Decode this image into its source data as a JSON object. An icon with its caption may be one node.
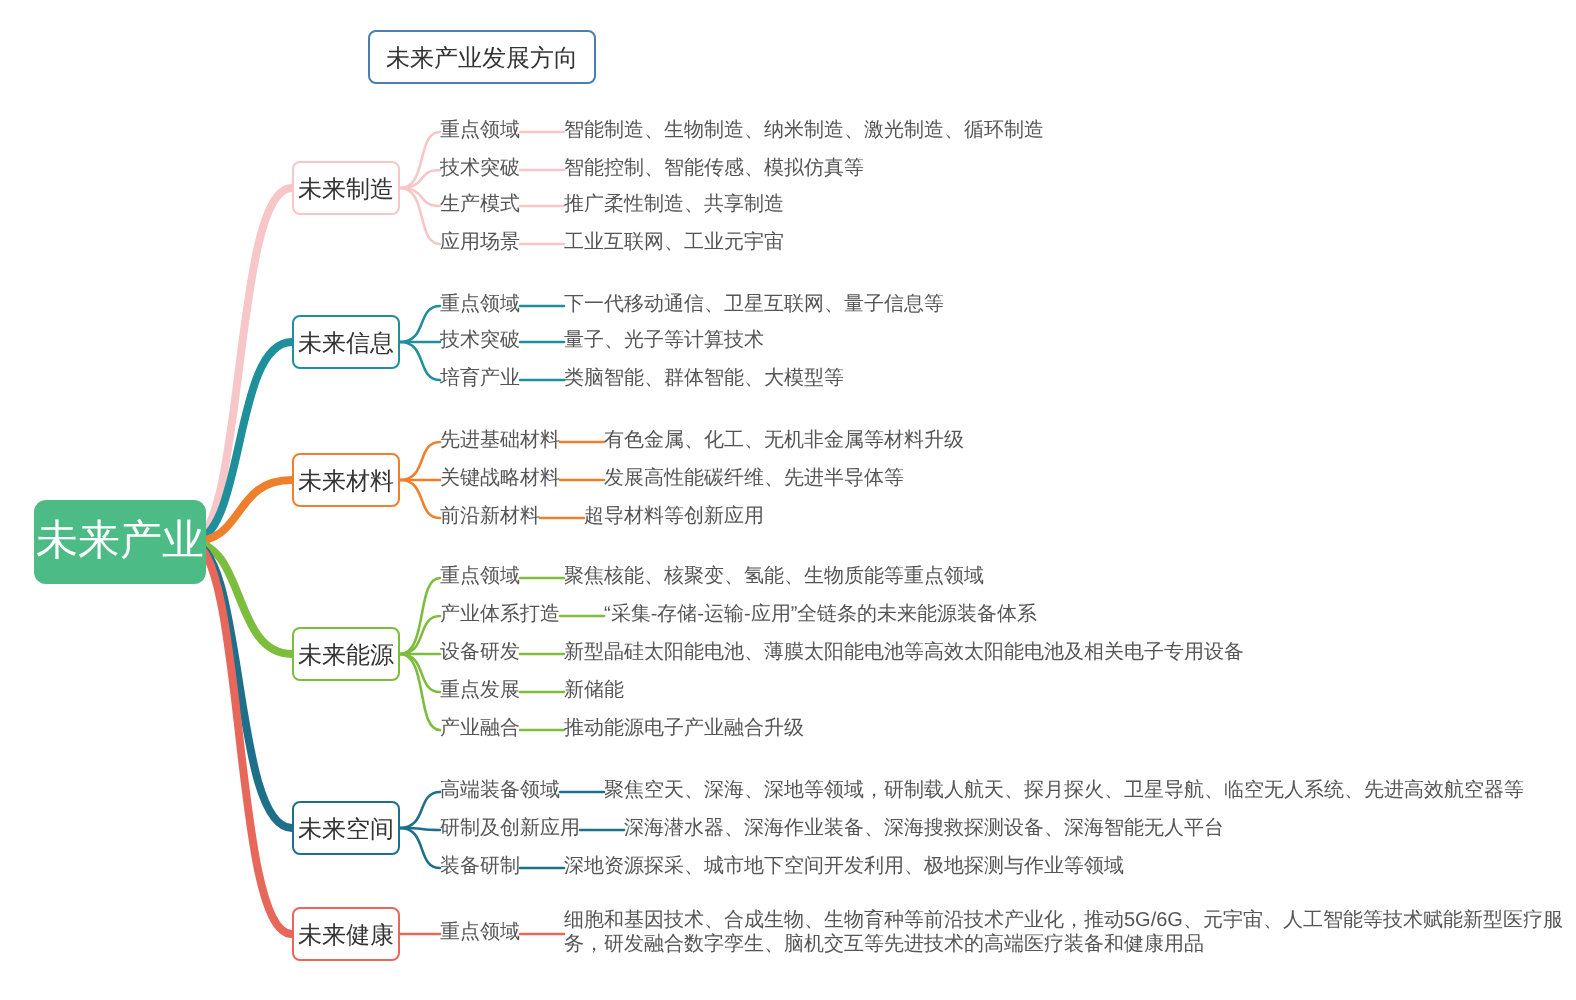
{
  "diagram": {
    "title": "未来产业发展方向",
    "nodes": [
      {
        "text": [
          "未来产业"
        ]
      },
      {
        "text": [
          "未来制造"
        ]
      },
      {
        "text": [
          "重点领域"
        ]
      },
      {
        "text": [
          "智能制造、生物制造、纳米制造、激光制造、循环制造"
        ]
      },
      {
        "text": [
          "技术突破"
        ]
      },
      {
        "text": [
          "智能控制、智能传感、模拟仿真等"
        ]
      },
      {
        "text": [
          "生产模式"
        ]
      },
      {
        "text": [
          "推广柔性制造、共享制造"
        ]
      },
      {
        "text": [
          "应用场景"
        ]
      },
      {
        "text": [
          "工业互联网、工业元宇宙"
        ]
      },
      {
        "text": [
          "未来信息"
        ]
      },
      {
        "text": [
          "重点领域"
        ]
      },
      {
        "text": [
          "下一代移动通信、卫星互联网、量子信息等"
        ]
      },
      {
        "text": [
          "技术突破"
        ]
      },
      {
        "text": [
          "量子、光子等计算技术"
        ]
      },
      {
        "text": [
          "培育产业"
        ]
      },
      {
        "text": [
          "类脑智能、群体智能、大模型等"
        ]
      },
      {
        "text": [
          "未来材料"
        ]
      },
      {
        "text": [
          "先进基础材料"
        ]
      },
      {
        "text": [
          "有色金属、化工、无机非金属等材料升级"
        ]
      },
      {
        "text": [
          "关键战略材料"
        ]
      },
      {
        "text": [
          "发展高性能碳纤维、先进半导体等"
        ]
      },
      {
        "text": [
          "前沿新材料"
        ]
      },
      {
        "text": [
          "超导材料等创新应用"
        ]
      },
      {
        "text": [
          "未来能源"
        ]
      },
      {
        "text": [
          "重点领域"
        ]
      },
      {
        "text": [
          "聚焦核能、核聚变、氢能、生物质能等重点领域"
        ]
      },
      {
        "text": [
          "产业体系打造"
        ]
      },
      {
        "text": [
          "“采集-存储-运输-应用”全链条的未来能源装备体系"
        ]
      },
      {
        "text": [
          "设备研发"
        ]
      },
      {
        "text": [
          "新型晶硅太阳能电池、薄膜太阳能电池等高效太阳能电池及相关电子专用设备"
        ]
      },
      {
        "text": [
          "重点发展"
        ]
      },
      {
        "text": [
          "新储能"
        ]
      },
      {
        "text": [
          "产业融合"
        ]
      },
      {
        "text": [
          "推动能源电子产业融合升级"
        ]
      },
      {
        "text": [
          "未来空间"
        ]
      },
      {
        "text": [
          "高端装备领域"
        ]
      },
      {
        "text": [
          "聚焦空天、深海、深地等领域，研制载人航天、探月探火、卫星导航、临空无人系统、先进高效航空器等"
        ]
      },
      {
        "text": [
          "研制及创新应用"
        ]
      },
      {
        "text": [
          "深海潜水器、深海作业装备、深海搜救探测设备、深海智能无人平台"
        ]
      },
      {
        "text": [
          "装备研制"
        ]
      },
      {
        "text": [
          "深地资源探采、城市地下空间开发利用、极地探测与作业等领域"
        ]
      },
      {
        "text": [
          "未来健康"
        ]
      },
      {
        "text": [
          "重点领域"
        ]
      },
      {
        "text": [
          "细胞和基因技术、合成生物、生物育种等前沿技术产业化，推动5G/6G、元宇宙、人工智能等技术赋能新型医疗服务，研发融合数字孪生、脑机交互等先进技术的高端医疗装备和健康用品"
        ]
      }
    ],
    "edges": [
      {
        "from": 0,
        "to": 1,
        "arrow": "none",
        "style": "thick",
        "color": "#f7c6c9"
      },
      {
        "from": 1,
        "to": 2,
        "arrow": "none",
        "color": "#f7c6c9"
      },
      {
        "from": 2,
        "to": 3,
        "arrow": "none",
        "color": "#f7c6c9"
      },
      {
        "from": 1,
        "to": 4,
        "arrow": "none",
        "color": "#f7c6c9"
      },
      {
        "from": 4,
        "to": 5,
        "arrow": "none",
        "color": "#f7c6c9"
      },
      {
        "from": 1,
        "to": 6,
        "arrow": "none",
        "color": "#f7c6c9"
      },
      {
        "from": 6,
        "to": 7,
        "arrow": "none",
        "color": "#f7c6c9"
      },
      {
        "from": 1,
        "to": 8,
        "arrow": "none",
        "color": "#f7c6c9"
      },
      {
        "from": 8,
        "to": 9,
        "arrow": "none",
        "color": "#f7c6c9"
      },
      {
        "from": 0,
        "to": 10,
        "arrow": "none",
        "style": "thick",
        "color": "#1f8f9c"
      },
      {
        "from": 10,
        "to": 11,
        "arrow": "none",
        "color": "#1f8f9c"
      },
      {
        "from": 11,
        "to": 12,
        "arrow": "none",
        "color": "#1f8f9c"
      },
      {
        "from": 10,
        "to": 13,
        "arrow": "none",
        "color": "#1f8f9c"
      },
      {
        "from": 13,
        "to": 14,
        "arrow": "none",
        "color": "#1f8f9c"
      },
      {
        "from": 10,
        "to": 15,
        "arrow": "none",
        "color": "#1f8f9c"
      },
      {
        "from": 15,
        "to": 16,
        "arrow": "none",
        "color": "#1f8f9c"
      },
      {
        "from": 0,
        "to": 17,
        "arrow": "none",
        "style": "thick",
        "color": "#ee7f2d"
      },
      {
        "from": 17,
        "to": 18,
        "arrow": "none",
        "color": "#ee7f2d"
      },
      {
        "from": 18,
        "to": 19,
        "arrow": "none",
        "color": "#ee7f2d"
      },
      {
        "from": 17,
        "to": 20,
        "arrow": "none",
        "color": "#ee7f2d"
      },
      {
        "from": 20,
        "to": 21,
        "arrow": "none",
        "color": "#ee7f2d"
      },
      {
        "from": 17,
        "to": 22,
        "arrow": "none",
        "color": "#ee7f2d"
      },
      {
        "from": 22,
        "to": 23,
        "arrow": "none",
        "color": "#ee7f2d"
      },
      {
        "from": 0,
        "to": 24,
        "arrow": "none",
        "style": "thick",
        "color": "#7dbd3e"
      },
      {
        "from": 24,
        "to": 25,
        "arrow": "none",
        "color": "#7dbd3e"
      },
      {
        "from": 25,
        "to": 26,
        "arrow": "none",
        "color": "#7dbd3e"
      },
      {
        "from": 24,
        "to": 27,
        "arrow": "none",
        "color": "#7dbd3e"
      },
      {
        "from": 27,
        "to": 28,
        "arrow": "none",
        "color": "#7dbd3e"
      },
      {
        "from": 24,
        "to": 29,
        "arrow": "none",
        "color": "#7dbd3e"
      },
      {
        "from": 29,
        "to": 30,
        "arrow": "none",
        "color": "#7dbd3e"
      },
      {
        "from": 24,
        "to": 31,
        "arrow": "none",
        "color": "#7dbd3e"
      },
      {
        "from": 31,
        "to": 32,
        "arrow": "none",
        "color": "#7dbd3e"
      },
      {
        "from": 24,
        "to": 33,
        "arrow": "none",
        "color": "#7dbd3e"
      },
      {
        "from": 33,
        "to": 34,
        "arrow": "none",
        "color": "#7dbd3e"
      },
      {
        "from": 0,
        "to": 35,
        "arrow": "none",
        "style": "thick",
        "color": "#1d6f8a"
      },
      {
        "from": 35,
        "to": 36,
        "arrow": "none",
        "color": "#1d6f8a"
      },
      {
        "from": 36,
        "to": 37,
        "arrow": "none",
        "color": "#1d6f8a"
      },
      {
        "from": 35,
        "to": 38,
        "arrow": "none",
        "color": "#1d6f8a"
      },
      {
        "from": 38,
        "to": 39,
        "arrow": "none",
        "color": "#1d6f8a"
      },
      {
        "from": 35,
        "to": 40,
        "arrow": "none",
        "color": "#1d6f8a"
      },
      {
        "from": 40,
        "to": 41,
        "arrow": "none",
        "color": "#1d6f8a"
      },
      {
        "from": 0,
        "to": 42,
        "arrow": "none",
        "style": "thick",
        "color": "#e8675b"
      },
      {
        "from": 42,
        "to": 43,
        "arrow": "none",
        "color": "#e8675b"
      },
      {
        "from": 43,
        "to": 44,
        "arrow": "none",
        "color": "#e8675b"
      }
    ]
  }
}
